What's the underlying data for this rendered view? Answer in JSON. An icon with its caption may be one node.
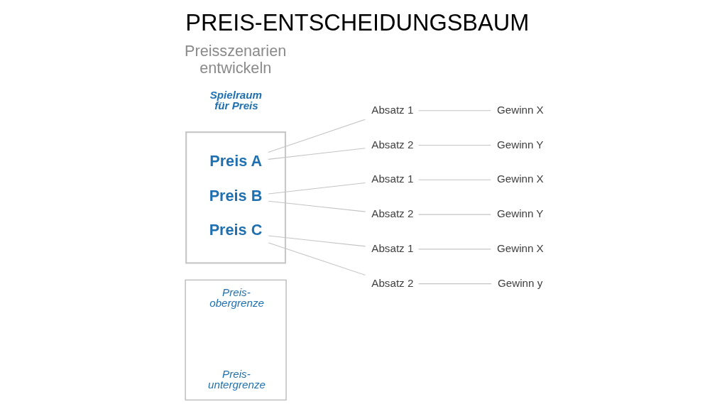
{
  "diagram": {
    "title": "PREIS-ENTSCHEIDUNGSBAUM",
    "nodes": [
      {
        "text": [
          "Preis- obergrenze",
          "Preis- untergrenze"
        ]
      },
      {
        "text": [],
        "shape": "box"
      },
      {
        "text": [
          "Preis A"
        ],
        "in": 1
      },
      {
        "text": [
          "Preis B"
        ],
        "in": 1
      },
      {
        "text": [
          "Preis C"
        ],
        "in": 1
      },
      {
        "text": [
          "Absatz 1"
        ]
      },
      {
        "text": [
          "Gewinn X"
        ]
      },
      {
        "text": [
          "Absatz 2"
        ]
      },
      {
        "text": [
          "Gewinn Y"
        ]
      },
      {
        "text": [
          "Absatz 1"
        ]
      },
      {
        "text": [
          "Gewinn X"
        ]
      },
      {
        "text": [
          "Absatz 2"
        ]
      },
      {
        "text": [
          "Gewinn Y"
        ]
      },
      {
        "text": [
          "Absatz 1"
        ]
      },
      {
        "text": [
          "Gewinn X"
        ]
      },
      {
        "text": [
          "Absatz 2"
        ]
      },
      {
        "text": [
          "Gewinn y"
        ]
      }
    ],
    "edges": [
      {
        "from": 2,
        "to": 5,
        "arrow": "none"
      },
      {
        "from": 2,
        "to": 7,
        "arrow": "none"
      },
      {
        "from": 3,
        "to": 9,
        "arrow": "none"
      },
      {
        "from": 3,
        "to": 11,
        "arrow": "none"
      },
      {
        "from": 4,
        "to": 13,
        "arrow": "none"
      },
      {
        "from": 4,
        "to": 15,
        "arrow": "none"
      },
      {
        "from": 5,
        "to": 6,
        "arrow": "none"
      },
      {
        "from": 7,
        "to": 8,
        "arrow": "none"
      },
      {
        "from": 9,
        "to": 10,
        "arrow": "none"
      },
      {
        "from": 11,
        "to": 12,
        "arrow": "none"
      },
      {
        "from": 13,
        "to": 14,
        "arrow": "none"
      },
      {
        "from": 15,
        "to": 16,
        "arrow": "none"
      }
    ],
    "labels": [
      "Preisszenarien entwickeln",
      "Spielraum für Preis"
    ]
  }
}
